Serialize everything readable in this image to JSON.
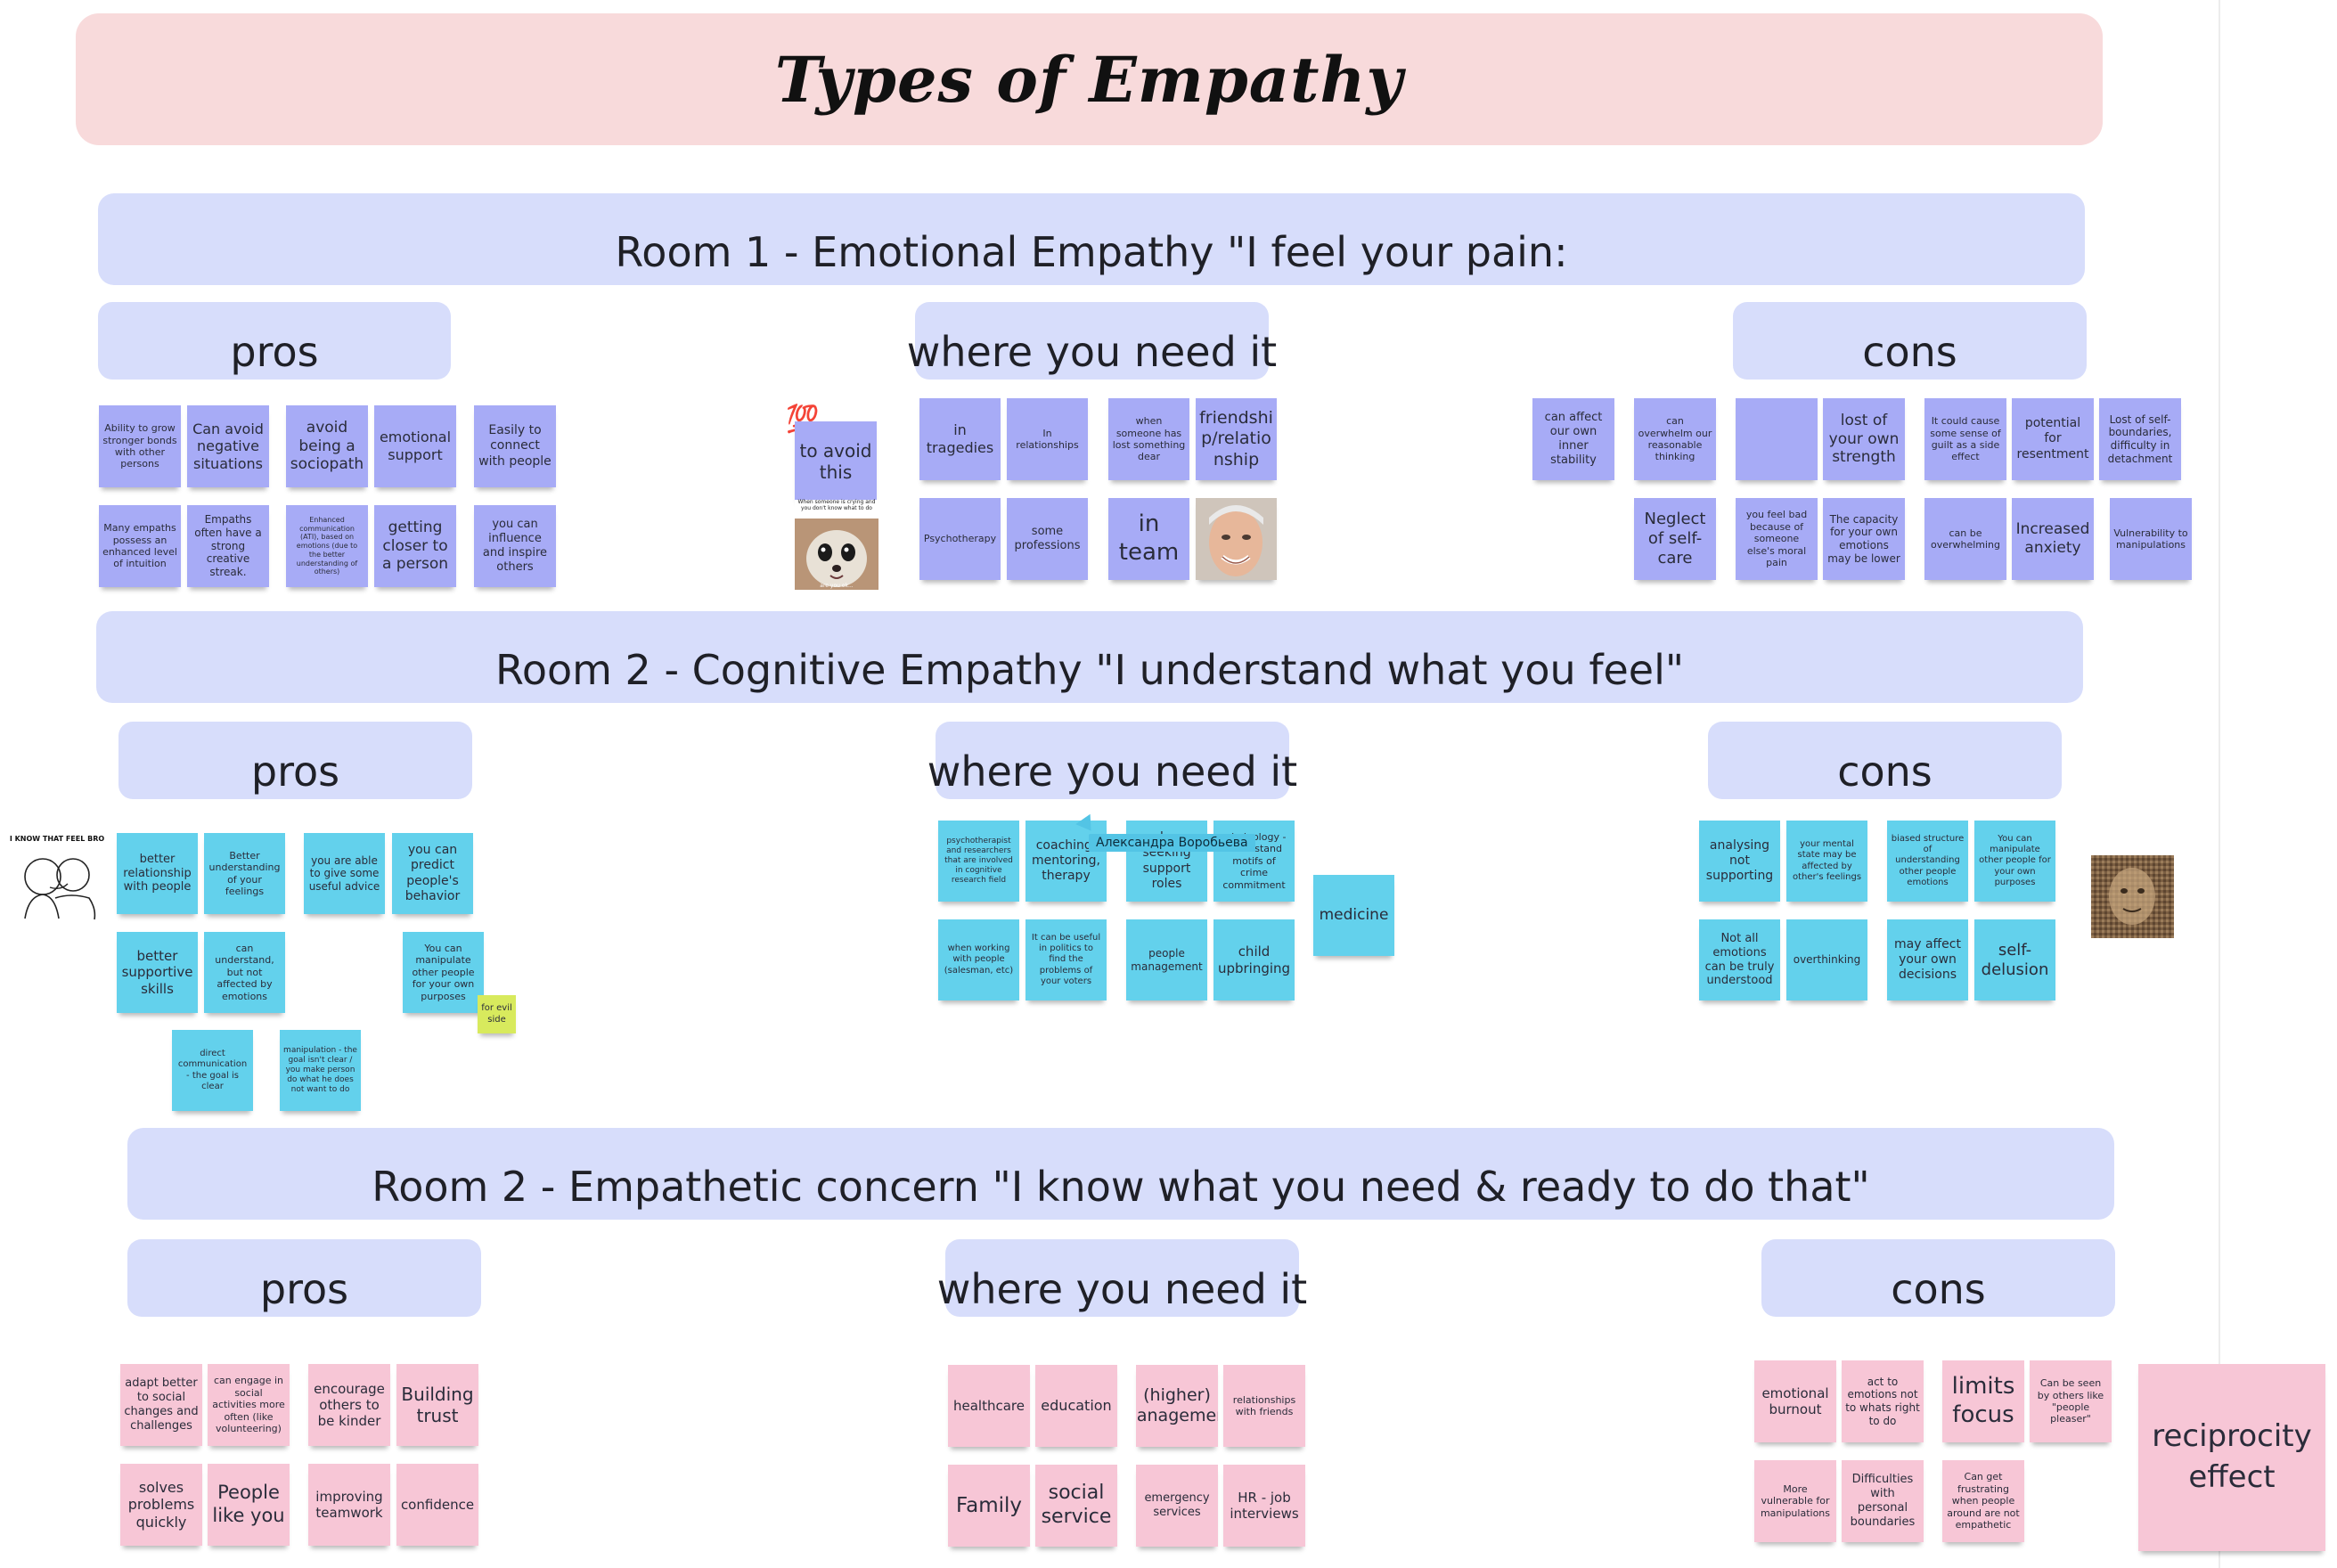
{
  "title": "Types of Empathy",
  "rooms": {
    "room1": "Room 1 - Emotional Empathy \"I feel your pain:",
    "room2": "Room 2 - Cognitive Empathy \"I understand what you feel\"",
    "room3": "Room 2 - Empathetic concern \"I know what you need & ready to do that\""
  },
  "sections": {
    "pros": "pros",
    "where": "where you need it",
    "cons": "cons"
  },
  "room1": {
    "pros": [
      "Ability to grow stronger bonds with other persons",
      "Can avoid negative situations",
      "avoid being a sociopath",
      "emotional support",
      "Easily to connect with people",
      "Many empaths possess an enhanced level of intuition",
      "Empaths often have a strong creative streak.",
      "Enhanced communication (ATI), based on emotions (due to the better understanding of others)",
      "getting closer to a person",
      "you can influence and inspire others"
    ],
    "meme": {
      "emoji": "💯",
      "text": "to avoid this",
      "caption": "When someone is crying and you don't know what to do",
      "sub": "are you ok..."
    },
    "where": [
      "in tragedies",
      "In relationships",
      "when someone has lost something dear",
      "friendship/relationship",
      "Psychotherapy",
      "some professions",
      "in team"
    ],
    "cons": [
      "can affect our own inner stability",
      "can overwhelm our reasonable thinking",
      "",
      "lost of your own strength",
      "It could cause some sense of guilt as a side effect",
      "potential for resentment",
      "Lost of self-boundaries, difficulty in detachment",
      "Neglect of self-care",
      "you feel bad because of someone else's moral pain",
      "The capacity for your own emotions may be lower",
      "can be overwhelming",
      "Increased anxiety",
      "Vulnerability to manipulations"
    ]
  },
  "room2": {
    "meme": "I KNOW THAT FEEL BRO",
    "pros": [
      "better relationship with people",
      "Better understanding of your feelings",
      "you are able to give some useful advice",
      "you can predict people's behavior",
      "better supportive skills",
      "can understand, but not affected by emotions",
      "You can manipulate other people for your own purposes",
      "for evil side",
      "direct communication - the goal is clear",
      "manipulation - the goal isn't clear / you make person do what he does not want to do"
    ],
    "where": [
      "psychotherapist and researchers that are involved in cognitive research field",
      "coaching, mentoring, therapy",
      "when seeking support roles",
      "criminology - understand motifs of crime commitment",
      "medicine",
      "when working with people (salesman, etc)",
      "It can be useful in politics to find the problems of your voters",
      "people management",
      "child upbringing"
    ],
    "cursor_name": "Александра Воробьева",
    "cons": [
      "analysing not supporting",
      "your mental state may be affected by other's feelings",
      "biased structure of understanding other people emotions",
      "You can manipulate other people for your own purposes",
      "Not all emotions can be truly understood",
      "overthinking",
      "may affect your own decisions",
      "self-delusion"
    ]
  },
  "room3": {
    "pros": [
      "adapt better to social changes and challenges",
      "can engage in social activities more often (like volunteering)",
      "encourage others to be kinder",
      "Building trust",
      "solves problems quickly",
      "People like you",
      "improving teamwork",
      "confidence"
    ],
    "where": [
      "healthcare",
      "education",
      "(higher) management",
      "relationships with friends",
      "Family",
      "social service",
      "emergency services",
      "HR - job interviews"
    ],
    "cons": [
      "emotional burnout",
      "act to emotions not to whats right to do",
      "limits focus",
      "Can be seen by others like \"people pleaser\"",
      "More vulnerable for manipulations",
      "Difficulties with personal boundaries",
      "Can get frustrating when people around are not empathetic"
    ],
    "extra": "reciprocity effect"
  },
  "colors": {
    "violet": "#a7abf6",
    "cyan": "#63d1ec",
    "pink": "#f7c6d6",
    "lime": "#d8ea5d",
    "banner": "#d7ddfb",
    "title": "#f8dadb"
  },
  "icons": [
    "hundred-points-emoji",
    "crying-chihuahua-photo",
    "smiling-man-photo",
    "feel-bro-sketch",
    "mosaic-face-photo"
  ]
}
